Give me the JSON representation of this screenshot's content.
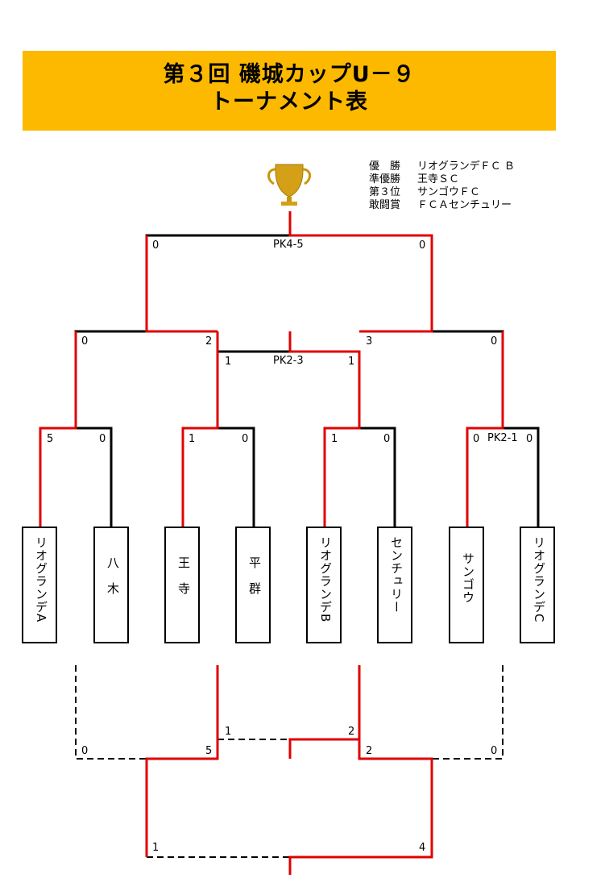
{
  "title": {
    "line1": "第３回 磯城カップU－９",
    "line2": "トーナメント表"
  },
  "results": [
    {
      "label": "優　勝",
      "value": "リオグランデＦＣ Ｂ"
    },
    {
      "label": "準優勝",
      "value": "王寺ＳＣ"
    },
    {
      "label": "第３位",
      "value": "サンゴウＦＣ"
    },
    {
      "label": "敢闘賞",
      "value": "ＦＣＡセンチュリー"
    }
  ],
  "trophy_icon": "trophy-icon",
  "teams": [
    {
      "name": "リオグランデA"
    },
    {
      "name": "八　木"
    },
    {
      "name": "王　寺"
    },
    {
      "name": "平　群"
    },
    {
      "name": "リオグランデB"
    },
    {
      "name": "センチュリー"
    },
    {
      "name": "サンゴウ"
    },
    {
      "name": "リオグランデC"
    }
  ],
  "scores": {
    "final_left": "0",
    "final_pk": "PK4-5",
    "final_right": "0",
    "semi1_left": "0",
    "semi1_right": "2",
    "semi2_left": "3",
    "semi2_right": "0",
    "semi_mid_left": "1",
    "semi_mid_pk": "PK2-3",
    "semi_mid_right": "1",
    "qf1_left": "5",
    "qf1_right": "0",
    "qf2_left": "1",
    "qf2_right": "0",
    "qf3_left": "1",
    "qf3_right": "0",
    "qf4_left": "0",
    "qf4_pk": "PK2-1",
    "qf4_right": "0",
    "lower1_mid_left": "1",
    "lower1_mid_right": "2",
    "lower1_left": "0",
    "lower1_l5": "5",
    "lower1_r2": "2",
    "lower1_right": "0",
    "lower2_left": "1",
    "lower2_right": "4"
  },
  "colors": {
    "title_bg": "#fcb900",
    "winner_line": "#e00000",
    "loser_line": "#000000"
  }
}
